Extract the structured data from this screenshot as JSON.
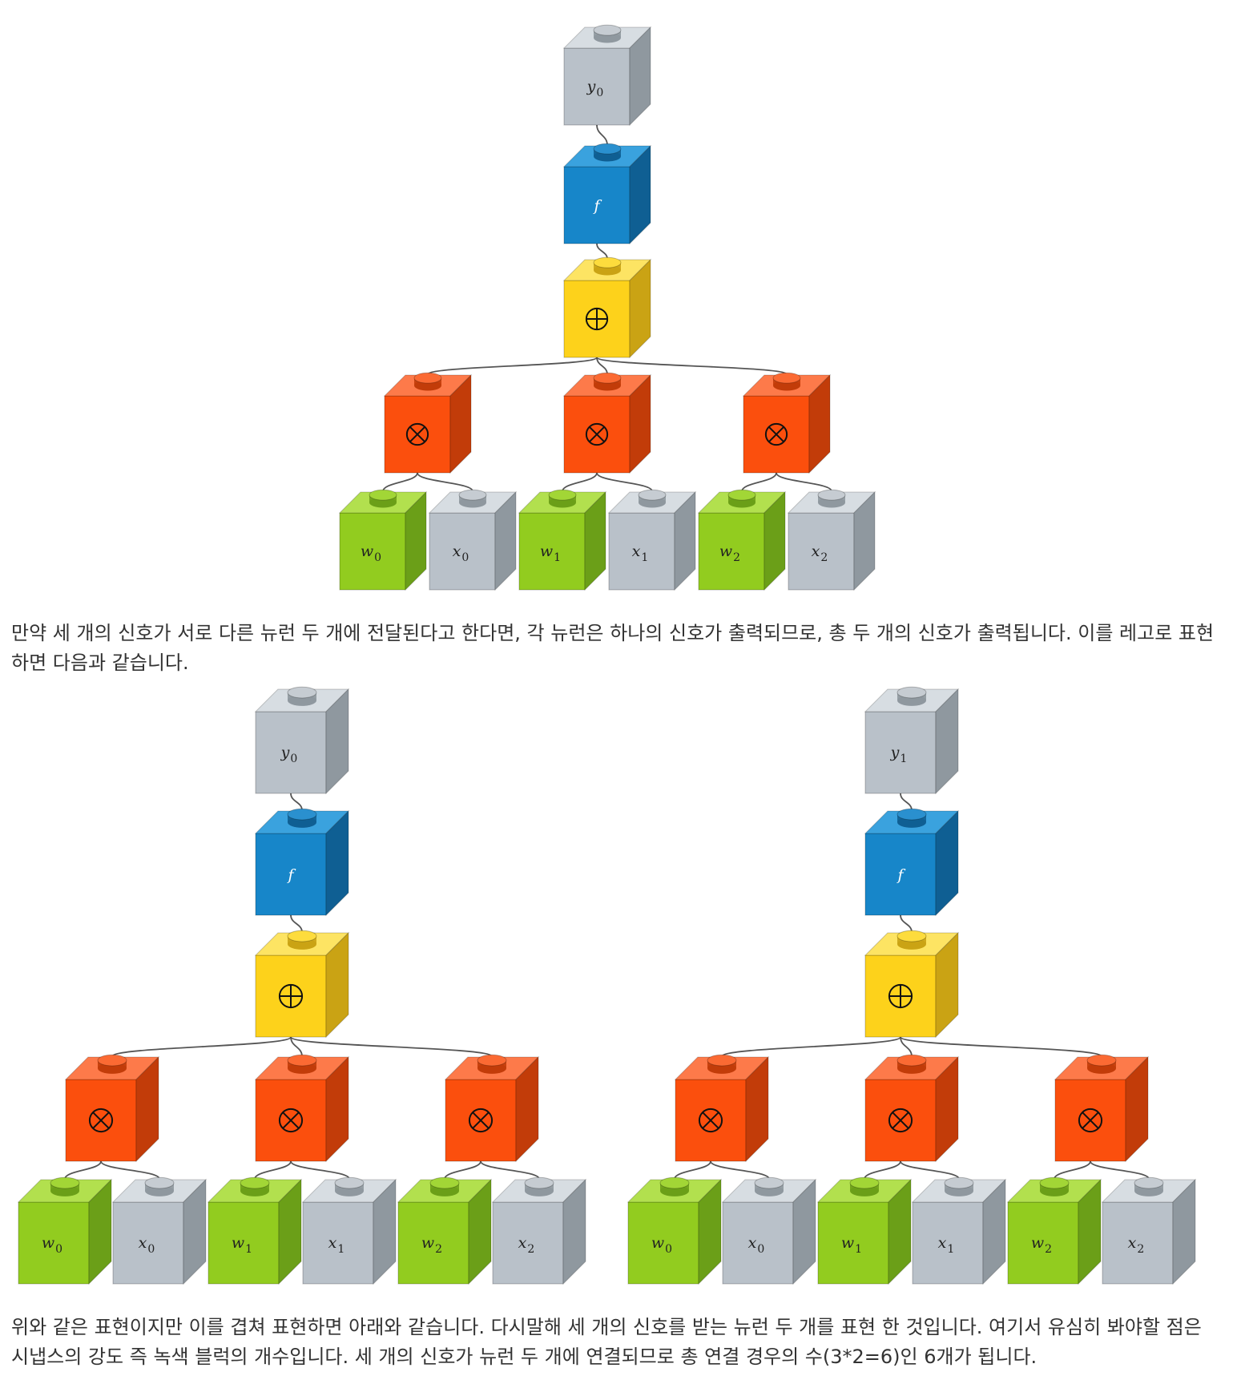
{
  "diagram": {
    "label_color": "#222222",
    "wire_color": "#555555",
    "colors": {
      "gray": {
        "front": "#b9c1c9",
        "top": "#d7dde2",
        "side": "#8f989f",
        "stud": "#c6ccd2"
      },
      "blue": {
        "front": "#1786c9",
        "top": "#3aa2de",
        "side": "#0f5f93",
        "stud": "#2a90cf"
      },
      "yellow": {
        "front": "#fdd21b",
        "top": "#fde463",
        "side": "#caa314",
        "stud": "#fddc3d"
      },
      "red": {
        "front": "#fb4f0d",
        "top": "#fd7a4a",
        "side": "#c23c09",
        "stud": "#fb6a33"
      },
      "green": {
        "front": "#92cc1f",
        "top": "#b2e04e",
        "side": "#6b9f18",
        "stud": "#a2d636"
      }
    },
    "figures": [
      {
        "name": "single-neuron",
        "output": {
          "base": "y",
          "sub": "0"
        },
        "activation": "f",
        "sum_symbol": "⊕",
        "mul_symbol": "⊗",
        "weights": [
          {
            "base": "w",
            "sub": "0"
          },
          {
            "base": "w",
            "sub": "1"
          },
          {
            "base": "w",
            "sub": "2"
          }
        ],
        "inputs": [
          {
            "base": "x",
            "sub": "0"
          },
          {
            "base": "x",
            "sub": "1"
          },
          {
            "base": "x",
            "sub": "2"
          }
        ]
      },
      {
        "name": "neuron-output-y0",
        "output": {
          "base": "y",
          "sub": "0"
        },
        "activation": "f",
        "sum_symbol": "⊕",
        "mul_symbol": "⊗",
        "weights": [
          {
            "base": "w",
            "sub": "0"
          },
          {
            "base": "w",
            "sub": "1"
          },
          {
            "base": "w",
            "sub": "2"
          }
        ],
        "inputs": [
          {
            "base": "x",
            "sub": "0"
          },
          {
            "base": "x",
            "sub": "1"
          },
          {
            "base": "x",
            "sub": "2"
          }
        ]
      },
      {
        "name": "neuron-output-y1",
        "output": {
          "base": "y",
          "sub": "1"
        },
        "activation": "f",
        "sum_symbol": "⊕",
        "mul_symbol": "⊗",
        "weights": [
          {
            "base": "w",
            "sub": "0"
          },
          {
            "base": "w",
            "sub": "1"
          },
          {
            "base": "w",
            "sub": "2"
          }
        ],
        "inputs": [
          {
            "base": "x",
            "sub": "0"
          },
          {
            "base": "x",
            "sub": "1"
          },
          {
            "base": "x",
            "sub": "2"
          }
        ]
      }
    ]
  },
  "text": {
    "para1": "만약 세 개의 신호가 서로 다른 뉴런 두 개에 전달된다고 한다면, 각 뉴런은 하나의 신호가 출력되므로, 총 두 개의 신호가 출력됩니다. 이를 레고로 표현하면 다음과 같습니다.",
    "para2": "위와 같은 표현이지만 이를 겹쳐 표현하면 아래와 같습니다. 다시말해 세 개의 신호를 받는 뉴런 두 개를 표현 한 것입니다. 여기서 유심히 봐야할 점은 시냅스의 강도 즉 녹색 블럭의 개수입니다. 세 개의 신호가 뉴런 두 개에 연결되므로 총 연결 경우의 수(3*2=6)인 6개가 됩니다."
  }
}
